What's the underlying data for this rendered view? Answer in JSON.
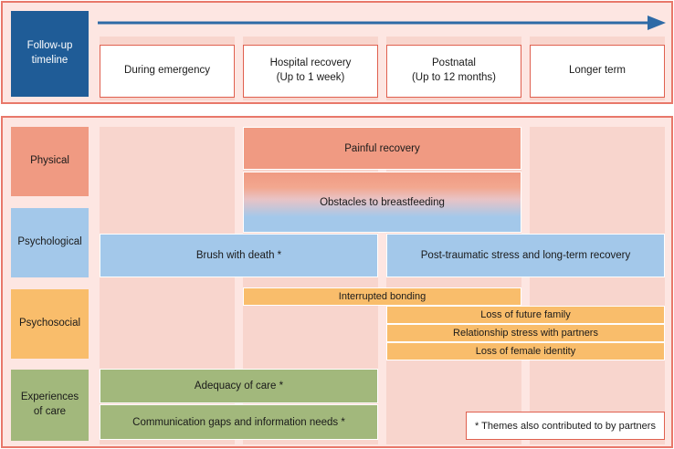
{
  "timeline": {
    "label": "Follow-up timeline",
    "phases": [
      {
        "label": "During emergency"
      },
      {
        "label": "Hospital recovery\n(Up to 1 week)"
      },
      {
        "label": "Postnatal\n(Up to 12 months)"
      },
      {
        "label": "Longer term"
      }
    ]
  },
  "categories": [
    {
      "label": "Physical",
      "color": "#f09a82"
    },
    {
      "label": "Psychological",
      "color": "#a3c8ea"
    },
    {
      "label": "Psychosocial",
      "color": "#f9bd6b"
    },
    {
      "label": "Experiences of care",
      "color": "#a2b87c"
    }
  ],
  "themes": {
    "painful_recovery": "Painful recovery",
    "obstacles_breastfeeding": "Obstacles to breastfeeding",
    "brush_with_death": "Brush with death *",
    "ptsd": "Post-traumatic stress and long-term recovery",
    "interrupted_bonding": "Interrupted bonding",
    "loss_future_family": "Loss of future family",
    "relationship_stress": "Relationship stress with partners",
    "loss_female_identity": "Loss of female identity",
    "adequacy_of_care": "Adequacy of care *",
    "communication_gaps": "Communication gaps and information needs *"
  },
  "note": "* Themes also contributed to by partners",
  "colors": {
    "frame": "#e8786a",
    "timeline_blue": "#1f5c97",
    "arrow": "#2e6aa6",
    "physical": "#f09a82",
    "psychological": "#a3c8ea",
    "psychosocial": "#f9bd6b",
    "care": "#a2b87c"
  }
}
